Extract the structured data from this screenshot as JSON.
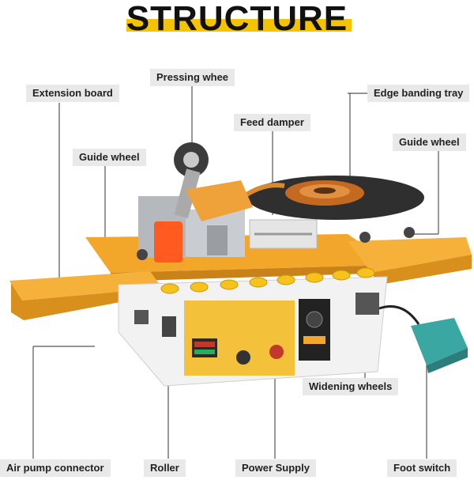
{
  "title": "STRUCTURE",
  "labels": {
    "extension_board": "Extension board",
    "pressing_whee": "Pressing whee",
    "edge_banding_tray": "Edge banding tray",
    "feed_damper": "Feed damper",
    "guide_wheel_left": "Guide wheel",
    "guide_wheel_right": "Guide wheel",
    "widening_wheels": "Widening wheels",
    "air_pump_connector": "Air pump connector",
    "roller": "Roller",
    "power_supply": "Power Supply",
    "foot_switch": "Foot switch"
  },
  "colors": {
    "board_yellow": "#f3a72a",
    "accent": "#f5c400",
    "pedal": "#3aa7a3",
    "label_bg": "#e9e9e9"
  }
}
